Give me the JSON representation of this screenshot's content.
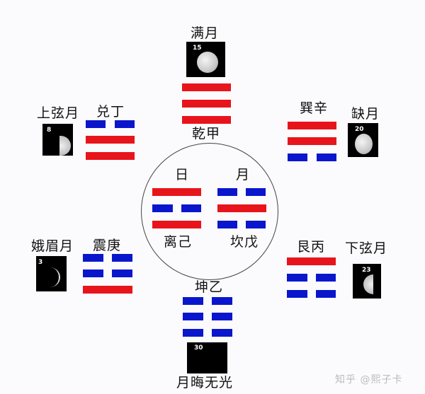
{
  "colors": {
    "yang": "#e8141c",
    "yin": "#0a16cc",
    "moon_bg": "#000000",
    "background": "#fbfbfd"
  },
  "top": {
    "moon_label": "满月",
    "moon_day": "15",
    "trigram_label": "乾甲",
    "trigram": "qian",
    "lines_top_to_bottom": [
      "yang",
      "yang",
      "yang"
    ]
  },
  "upper_left": {
    "moon_label": "上弦月",
    "moon_day": "8",
    "trigram_label": "兑丁",
    "trigram": "dui",
    "lines_top_to_bottom": [
      "yin",
      "yang",
      "yang"
    ]
  },
  "upper_right": {
    "moon_label": "缺月",
    "moon_day": "20",
    "trigram_label": "巽辛",
    "trigram": "xun",
    "lines_top_to_bottom": [
      "yang",
      "yang",
      "yin"
    ]
  },
  "center": {
    "left": {
      "label": "日",
      "trigram_label": "离己",
      "trigram": "li",
      "lines_top_to_bottom": [
        "yang",
        "yin",
        "yang"
      ]
    },
    "right": {
      "label": "月",
      "trigram_label": "坎戊",
      "trigram": "kan",
      "lines_top_to_bottom": [
        "yin",
        "yang",
        "yin"
      ]
    }
  },
  "lower_left": {
    "moon_label": "娥眉月",
    "moon_day": "3",
    "trigram_label": "震庚",
    "trigram": "zhen",
    "lines_top_to_bottom": [
      "yin",
      "yin",
      "yang"
    ]
  },
  "lower_right": {
    "moon_label": "下弦月",
    "moon_day": "23",
    "trigram_label": "艮丙",
    "trigram": "gen",
    "lines_top_to_bottom": [
      "yang",
      "yin",
      "yin"
    ]
  },
  "bottom": {
    "moon_label": "月晦无光",
    "moon_day": "30",
    "trigram_label": "坤乙",
    "trigram": "kun",
    "lines_top_to_bottom": [
      "yin",
      "yin",
      "yin"
    ]
  },
  "watermark": "知乎 @熙子卡"
}
